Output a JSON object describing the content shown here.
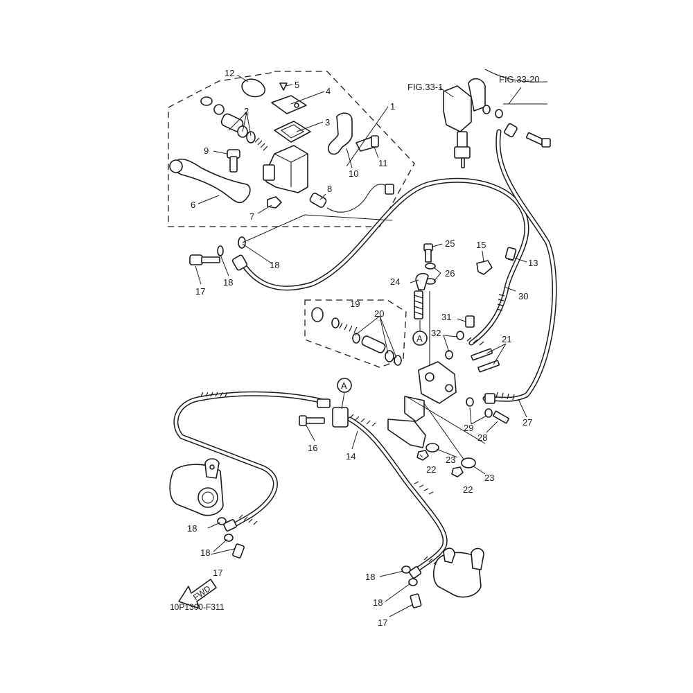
{
  "figure_code": "10P1300-F311",
  "ref_fig_1": "FIG.33-1",
  "ref_fig_2": "FIG.33-20",
  "fwd_label": "FWD",
  "point_label": "A",
  "callouts": [
    "1",
    "2",
    "3",
    "4",
    "5",
    "6",
    "7",
    "8",
    "9",
    "10",
    "11",
    "12",
    "13",
    "14",
    "15",
    "16",
    "17",
    "18",
    "19",
    "20",
    "21",
    "22",
    "23",
    "24",
    "25",
    "26",
    "27",
    "28",
    "29",
    "30",
    "31",
    "32"
  ]
}
